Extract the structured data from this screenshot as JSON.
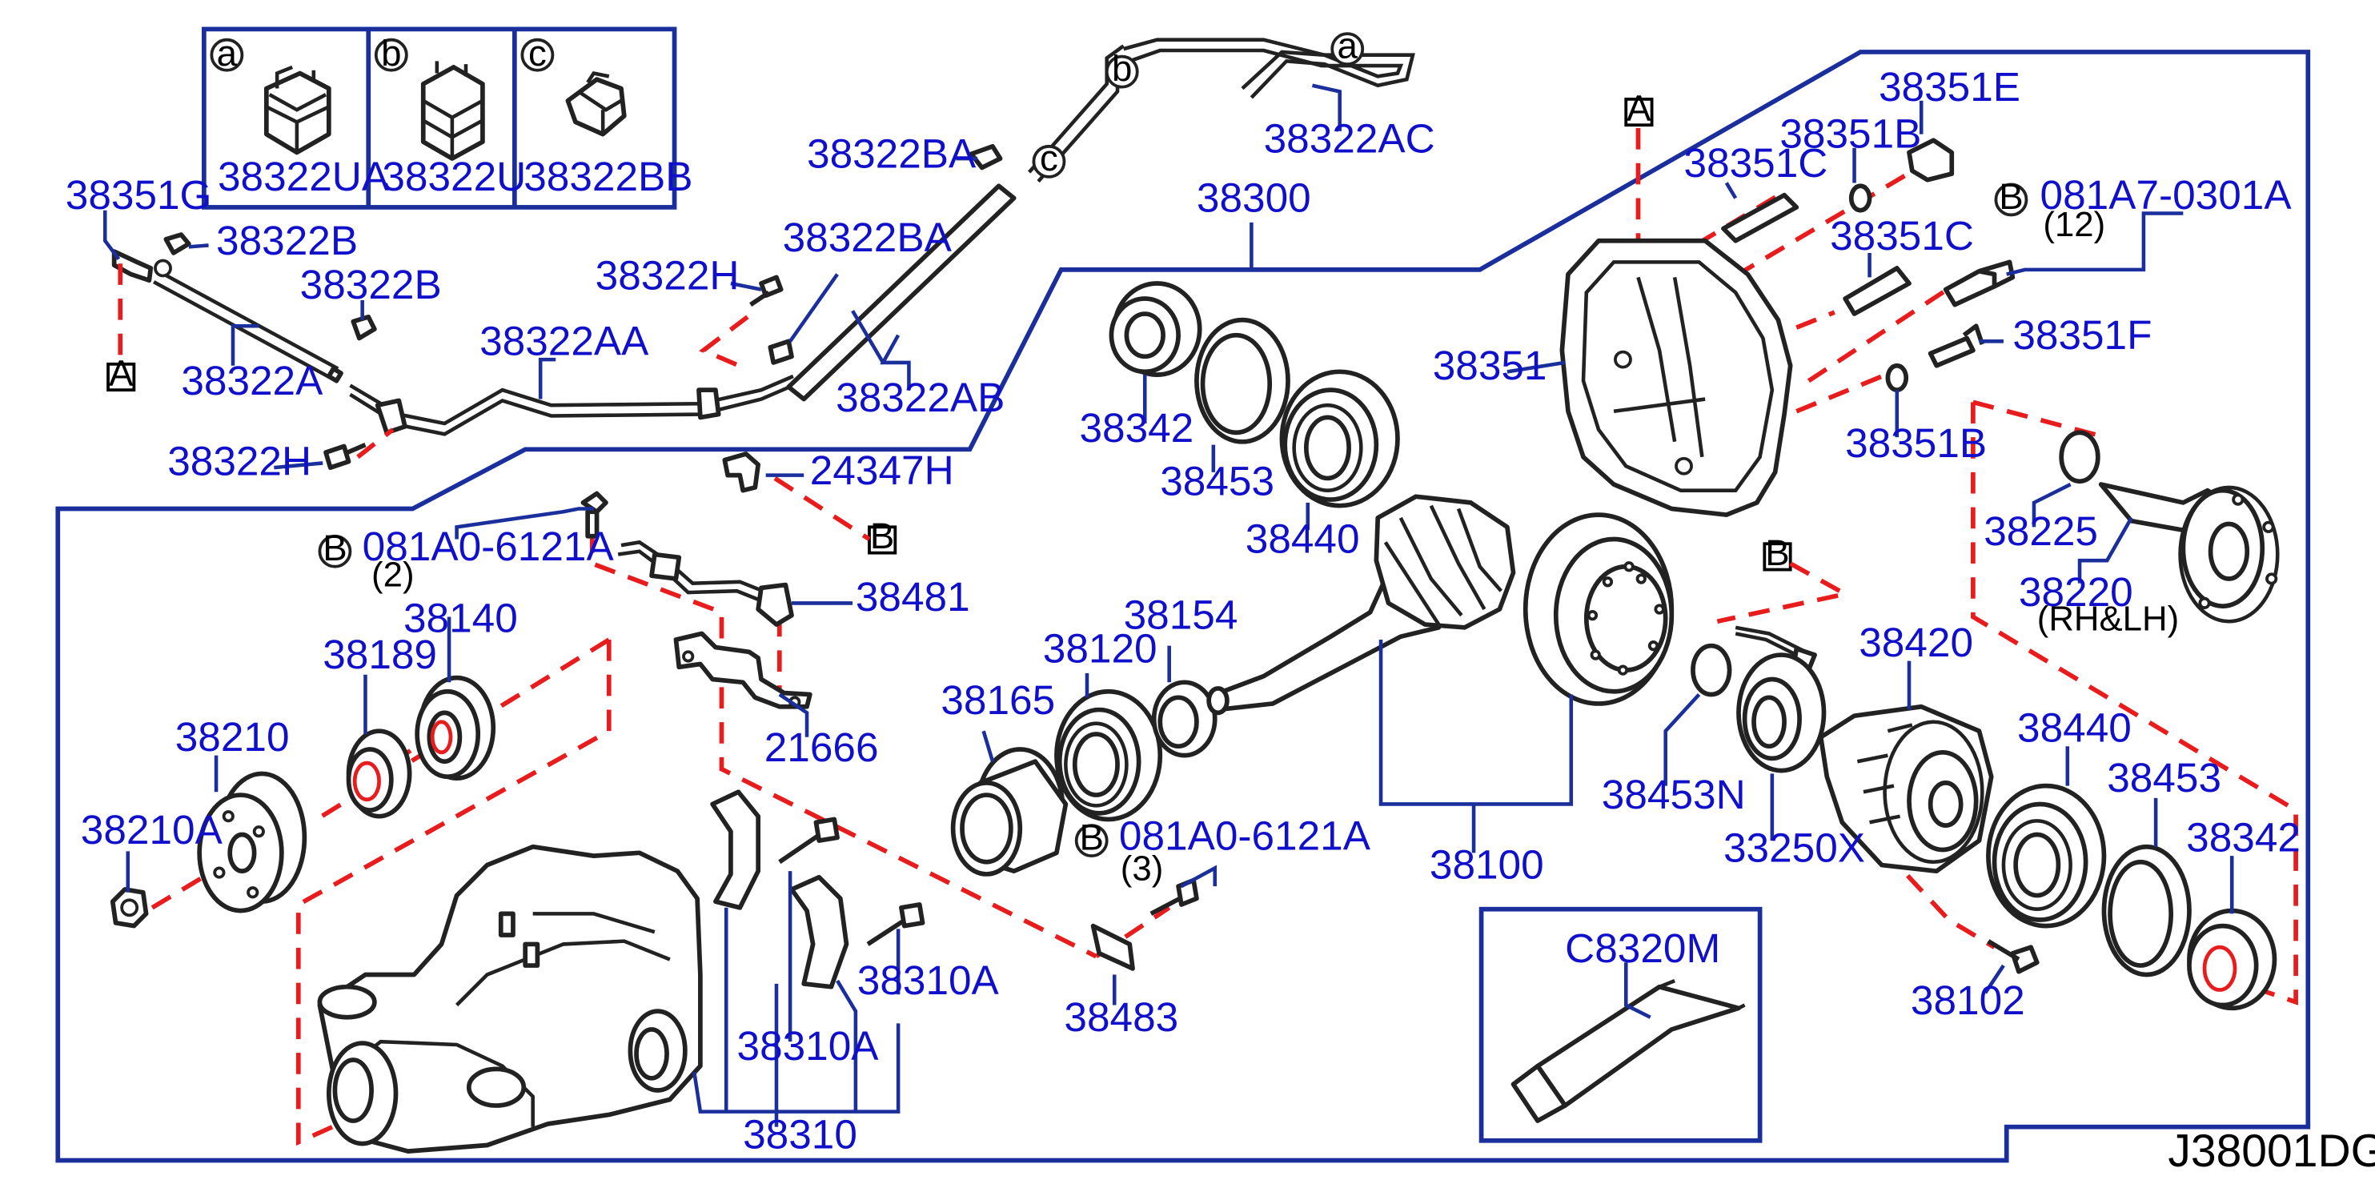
{
  "diagram_code": "J38001DG",
  "inset_clips": [
    {
      "marker": "a",
      "part": "38322UA"
    },
    {
      "marker": "b",
      "part": "38322U"
    },
    {
      "marker": "c",
      "part": "38322BB"
    }
  ],
  "ref_markers": {
    "A": "A",
    "B": "B"
  },
  "bolts": [
    {
      "marker": "B",
      "part": "081A7-0301A",
      "qty": "(12)"
    },
    {
      "marker": "B",
      "part": "081A0-6121A",
      "qty": "(2)"
    },
    {
      "marker": "B",
      "part": "081A0-6121A",
      "qty": "(3)"
    }
  ],
  "rh_lh_note": "(RH&LH)",
  "parts": {
    "p38351G": "38351G",
    "p38322B_1": "38322B",
    "p38322B_2": "38322B",
    "p38322A": "38322A",
    "p38322AA": "38322AA",
    "p38322H_1": "38322H",
    "p38322H_2": "38322H",
    "p38322BA_1": "38322BA",
    "p38322BA_2": "38322BA",
    "p38322AB": "38322AB",
    "p38322AC": "38322AC",
    "p38300": "38300",
    "p38342_1": "38342",
    "p38453_1": "38453",
    "p38440_1": "38440",
    "p38351": "38351",
    "p38351C_1": "38351C",
    "p38351B_1": "38351B",
    "p38351E": "38351E",
    "p38351C_2": "38351C",
    "p38351F": "38351F",
    "p38351B_2": "38351B",
    "p38225": "38225",
    "p38220": "38220",
    "p24347H": "24347H",
    "p38481": "38481",
    "p21666": "21666",
    "p38140": "38140",
    "p38189": "38189",
    "p38210": "38210",
    "p38210A": "38210A",
    "p38154": "38154",
    "p38120": "38120",
    "p38165": "38165",
    "p38483": "38483",
    "p38310A_1": "38310A",
    "p38310A_2": "38310A",
    "p38310": "38310",
    "p38100": "38100",
    "p38453N": "38453N",
    "p33250X": "33250X",
    "p38420": "38420",
    "p38440_2": "38440",
    "p38453_2": "38453",
    "p38342_2": "38342",
    "p38102": "38102",
    "pC8320M": "C8320M"
  }
}
